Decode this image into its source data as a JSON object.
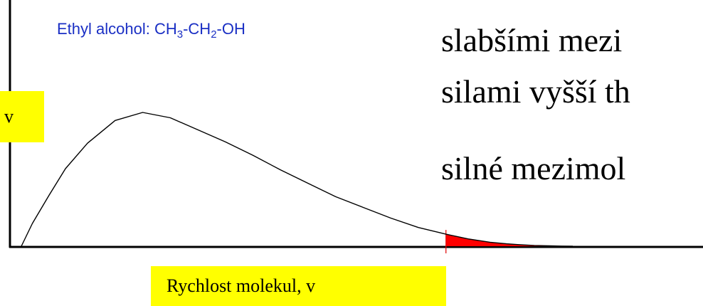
{
  "chart_data": {
    "type": "line",
    "ylabel": "v",
    "xlabel": "Rychlost molekul, v",
    "annotation_formula": {
      "prefix": "Ethyl alcohol: CH",
      "sub1": "3",
      "mid": "-CH",
      "sub2": "2",
      "suffix": "-OH"
    },
    "x": [
      0,
      0.02,
      0.05,
      0.08,
      0.12,
      0.17,
      0.22,
      0.27,
      0.32,
      0.37,
      0.42,
      0.47,
      0.52,
      0.57,
      0.62,
      0.67,
      0.72,
      0.77,
      0.81,
      0.85,
      0.88,
      0.9,
      0.93,
      0.96,
      0.98,
      1.0
    ],
    "y": [
      0,
      0.17,
      0.38,
      0.58,
      0.77,
      0.94,
      1.0,
      0.96,
      0.87,
      0.78,
      0.68,
      0.57,
      0.47,
      0.37,
      0.29,
      0.21,
      0.14,
      0.09,
      0.055,
      0.03,
      0.018,
      0.012,
      0.006,
      0.003,
      0.001,
      0.0
    ],
    "xlim": [
      0,
      1.25
    ],
    "ylim": [
      0,
      1.22
    ],
    "threshold_x": 0.77,
    "fill_color": "#ff0000",
    "threshold_color": "#e00000",
    "grid": false
  },
  "text_lines": {
    "line1": "slabšími mezi",
    "line2": "silami vyšší th",
    "line3": "silné mezimol"
  },
  "colors": {
    "formula": "#1a2fc4",
    "label_bg": "#ffff00",
    "fill": "#ff0000"
  }
}
